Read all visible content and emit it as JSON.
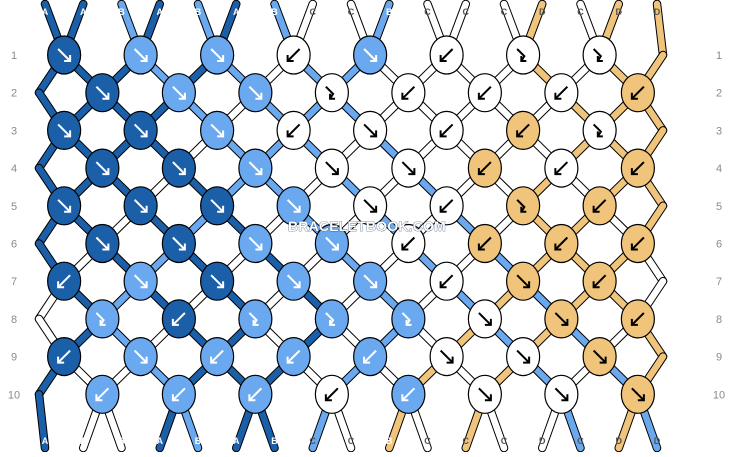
{
  "watermark": "BRACELETBOOK.COM",
  "colors": {
    "A": "#1a5fa8",
    "B": "#6aa9ef",
    "C": "#ffffff",
    "D": "#f0c47a",
    "outline": "#000000"
  },
  "thread_letter_colors": {
    "A": "#ffffff",
    "B": "#ffffff",
    "C": "#555555",
    "D": "#555555"
  },
  "strings_top": [
    "A",
    "A",
    "B",
    "A",
    "B",
    "A",
    "B",
    "C",
    "C",
    "B",
    "C",
    "C",
    "C",
    "D",
    "C",
    "D",
    "D"
  ],
  "strings_bottom": [
    "A",
    "A",
    "B",
    "A",
    "B",
    "A",
    "B",
    "C",
    "C",
    "B",
    "C",
    "C",
    "C",
    "D",
    "C",
    "D",
    "D"
  ],
  "row_numbers": [
    "1",
    "2",
    "3",
    "4",
    "5",
    "6",
    "7",
    "8",
    "9",
    "10"
  ],
  "rows": [
    [
      [
        "A",
        "se"
      ],
      [
        "B",
        "se"
      ],
      [
        "B",
        "se"
      ],
      [
        "C",
        "sw"
      ],
      [
        "B",
        "se"
      ],
      [
        "C",
        "sw"
      ],
      [
        "C",
        "ne"
      ],
      [
        "C",
        "ne"
      ]
    ],
    [
      [
        "A",
        "se"
      ],
      [
        "B",
        "se"
      ],
      [
        "B",
        "se"
      ],
      [
        "C",
        "ne"
      ],
      [
        "C",
        "sw"
      ],
      [
        "C",
        "sw"
      ],
      [
        "C",
        "sw"
      ],
      [
        "D",
        "sw"
      ]
    ],
    [
      [
        "A",
        "se"
      ],
      [
        "A",
        "se"
      ],
      [
        "B",
        "se"
      ],
      [
        "C",
        "sw"
      ],
      [
        "C",
        "se"
      ],
      [
        "C",
        "sw"
      ],
      [
        "D",
        "sw"
      ],
      [
        "C",
        "ne"
      ]
    ],
    [
      [
        "A",
        "se"
      ],
      [
        "A",
        "se"
      ],
      [
        "B",
        "se"
      ],
      [
        "C",
        "se"
      ],
      [
        "C",
        "se"
      ],
      [
        "D",
        "sw"
      ],
      [
        "C",
        "sw"
      ],
      [
        "D",
        "sw"
      ]
    ],
    [
      [
        "A",
        "se"
      ],
      [
        "A",
        "se"
      ],
      [
        "A",
        "se"
      ],
      [
        "B",
        "se"
      ],
      [
        "C",
        "se"
      ],
      [
        "C",
        "sw"
      ],
      [
        "D",
        "ne"
      ],
      [
        "D",
        "sw"
      ]
    ],
    [
      [
        "A",
        "se"
      ],
      [
        "A",
        "se"
      ],
      [
        "B",
        "se"
      ],
      [
        "B",
        "se"
      ],
      [
        "C",
        "sw"
      ],
      [
        "D",
        "sw"
      ],
      [
        "D",
        "sw"
      ],
      [
        "D",
        "sw"
      ]
    ],
    [
      [
        "A",
        "sw"
      ],
      [
        "B",
        "se"
      ],
      [
        "A",
        "se"
      ],
      [
        "B",
        "se"
      ],
      [
        "B",
        "se"
      ],
      [
        "C",
        "sw"
      ],
      [
        "D",
        "se"
      ],
      [
        "D",
        "sw"
      ]
    ],
    [
      [
        "B",
        "ne"
      ],
      [
        "A",
        "sw"
      ],
      [
        "B",
        "ne"
      ],
      [
        "B",
        "ne"
      ],
      [
        "B",
        "ne"
      ],
      [
        "C",
        "se"
      ],
      [
        "D",
        "se"
      ],
      [
        "D",
        "sw"
      ]
    ],
    [
      [
        "A",
        "sw"
      ],
      [
        "B",
        "se"
      ],
      [
        "B",
        "sw"
      ],
      [
        "B",
        "sw"
      ],
      [
        "B",
        "sw"
      ],
      [
        "C",
        "se"
      ],
      [
        "C",
        "se"
      ],
      [
        "D",
        "se"
      ]
    ],
    [
      [
        "B",
        "sw"
      ],
      [
        "B",
        "sw"
      ],
      [
        "B",
        "sw"
      ],
      [
        "C",
        "sw"
      ],
      [
        "B",
        "sw"
      ],
      [
        "C",
        "se"
      ],
      [
        "C",
        "se"
      ],
      [
        "D",
        "se"
      ]
    ]
  ]
}
